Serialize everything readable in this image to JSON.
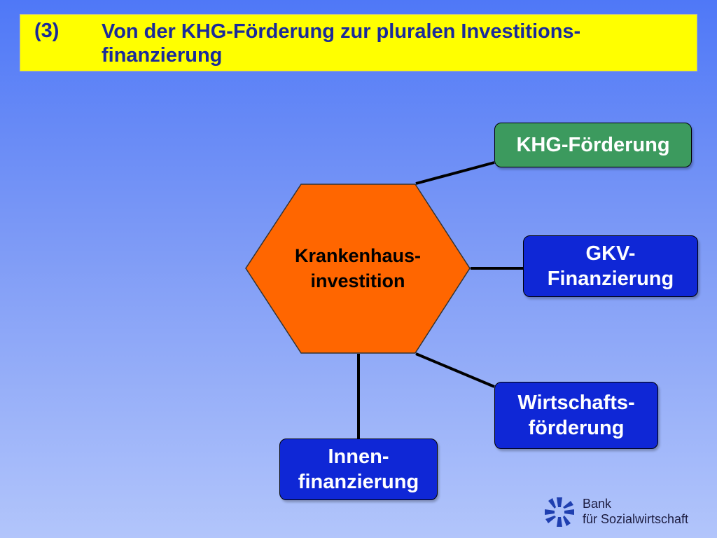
{
  "title": {
    "number": "(3)",
    "text_line1": "Von der KHG-Förderung zur pluralen Investitions-",
    "text_line2": "finanzierung"
  },
  "center": {
    "line1": "Krankenhaus-",
    "line2": "investition"
  },
  "boxes": {
    "khg": {
      "line1": "KHG-Förderung"
    },
    "gkv": {
      "line1": "GKV-",
      "line2": "Finanzierung"
    },
    "wirtschaft": {
      "line1": "Wirtschafts-",
      "line2": "förderung"
    },
    "innen": {
      "line1": "Innen-",
      "line2": "finanzierung"
    }
  },
  "logo": {
    "line1": "Bank",
    "line2": "für Sozialwirtschaft"
  },
  "colors": {
    "title_bg": "#ffff00",
    "title_text": "#1a2a9a",
    "hexagon": "#ff6600",
    "green_box": "#3c9a5e",
    "blue_box": "#0f27d6",
    "logo_blue": "#1f3fb0"
  }
}
